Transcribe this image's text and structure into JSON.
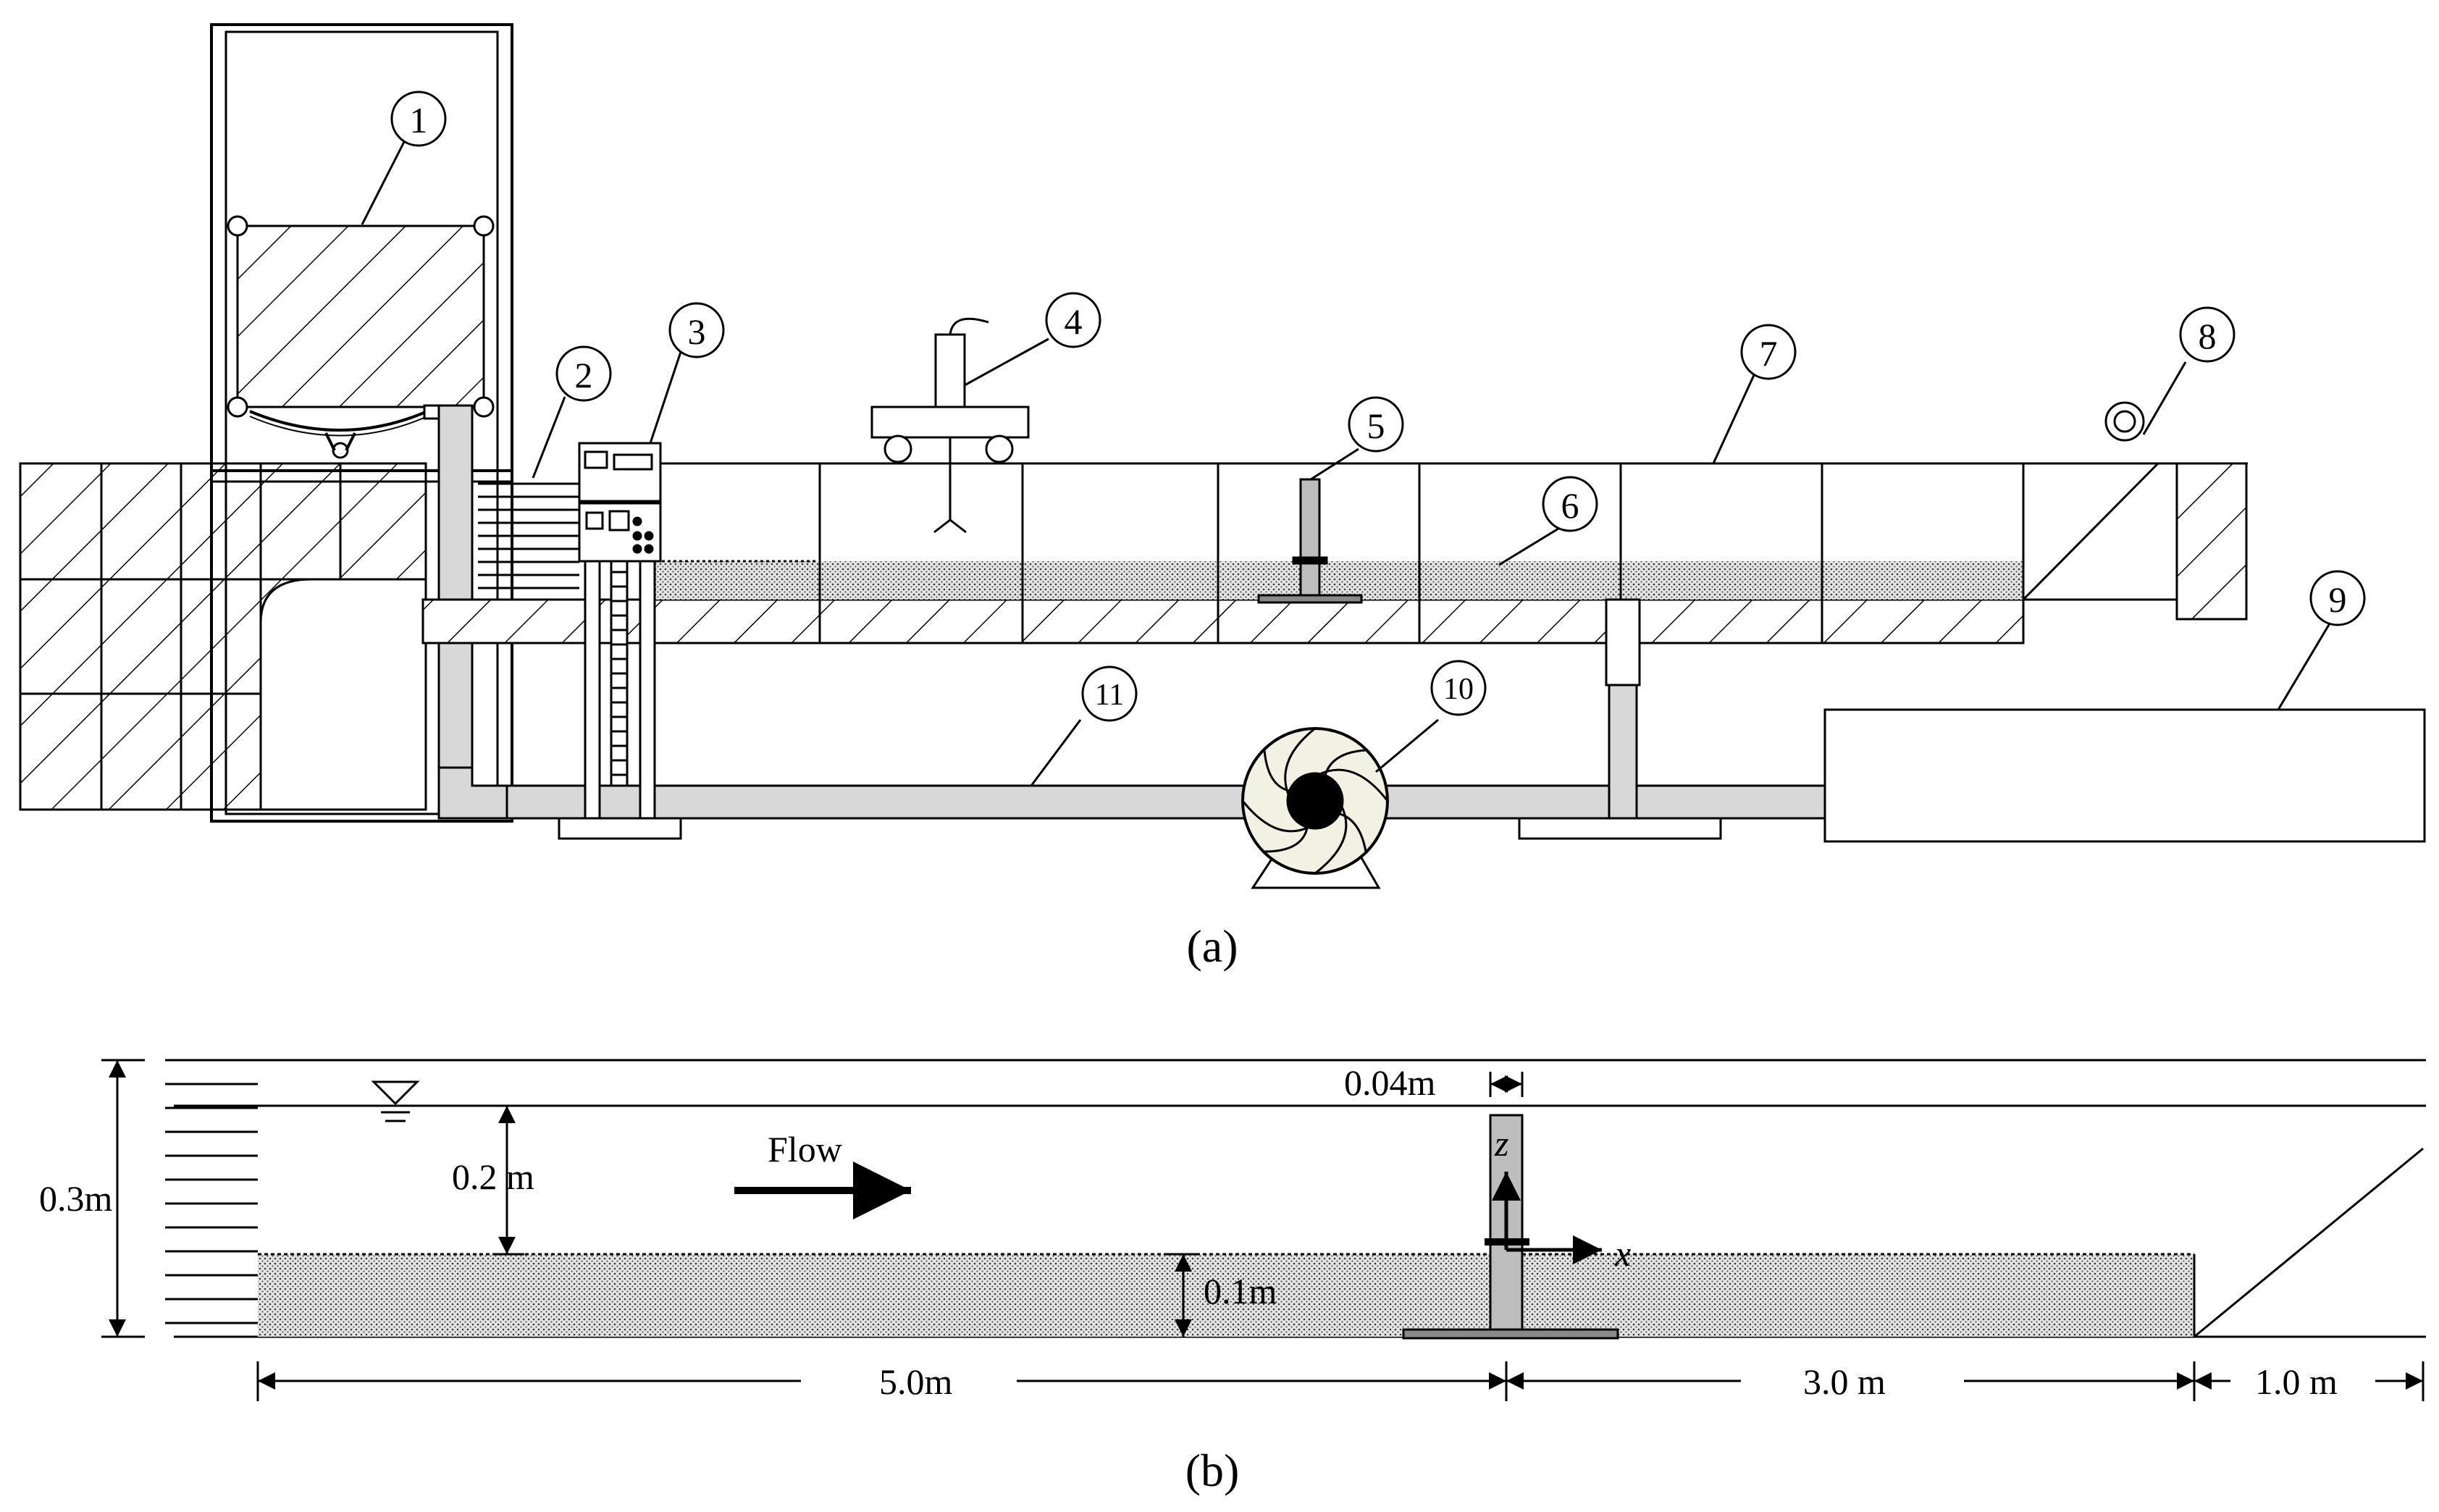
{
  "panel_a": {
    "caption": "(a)",
    "callouts": [
      "1",
      "2",
      "3",
      "4",
      "5",
      "6",
      "7",
      "8",
      "9",
      "10",
      "11"
    ]
  },
  "panel_b": {
    "caption": "(b)",
    "labels": {
      "flow": "Flow",
      "total_depth": "0.3m",
      "water_depth": "0.2 m",
      "sediment_depth": "0.1m",
      "pile_width": "0.04m",
      "upstream_length": "5.0m",
      "downstream_length": "3.0 m",
      "outlet_length": "1.0 m",
      "axis_x": "x",
      "axis_z": "z"
    }
  }
}
